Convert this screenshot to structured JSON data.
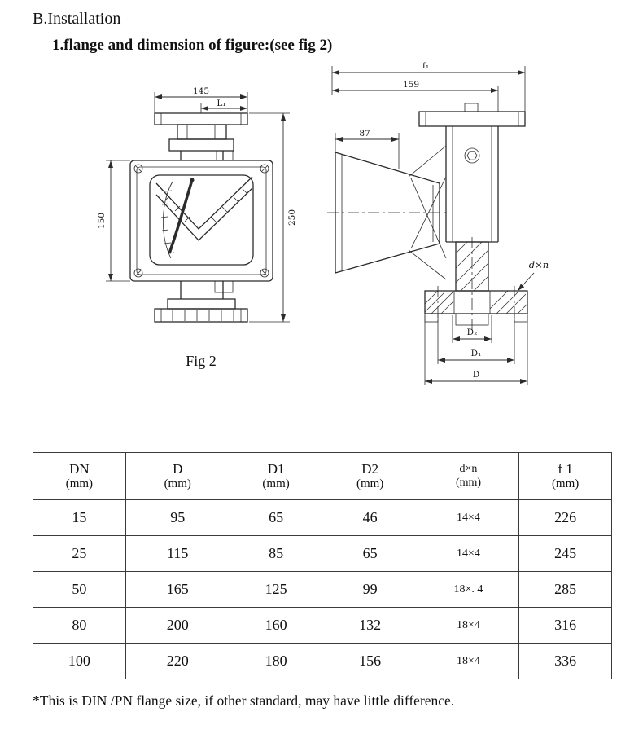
{
  "page": {
    "section_title": "B.Installation",
    "subtitle": "1.flange and dimension of figure:(see fig 2)",
    "footnote": "*This is DIN /PN flange size, if other standard, may have little difference."
  },
  "figure": {
    "caption": "Fig 2",
    "front_view": {
      "width": "145",
      "l1": "L₁",
      "height_body": "150",
      "height_total": "250"
    },
    "side_view": {
      "f1": "f₁",
      "len_159": "159",
      "len_87": "87",
      "dxn": "d×n",
      "d2": "D₂",
      "d1": "D₁",
      "d": "D"
    }
  },
  "table": {
    "headers": [
      {
        "name": "DN",
        "unit": "(mm)"
      },
      {
        "name": "D",
        "unit": "(mm)"
      },
      {
        "name": "D1",
        "unit": "(mm)"
      },
      {
        "name": "D2",
        "unit": "(mm)"
      },
      {
        "name": "d×n",
        "unit": "(mm)"
      },
      {
        "name": "f 1",
        "unit": "(mm)"
      }
    ],
    "rows": [
      [
        "15",
        "95",
        "65",
        "46",
        "14×4",
        "226"
      ],
      [
        "25",
        "115",
        "85",
        "65",
        "14×4",
        "245"
      ],
      [
        "50",
        "165",
        "125",
        "99",
        "18×. 4",
        "285"
      ],
      [
        "80",
        "200",
        "160",
        "132",
        "18×4",
        "316"
      ],
      [
        "100",
        "220",
        "180",
        "156",
        "18×4",
        "336"
      ]
    ]
  }
}
